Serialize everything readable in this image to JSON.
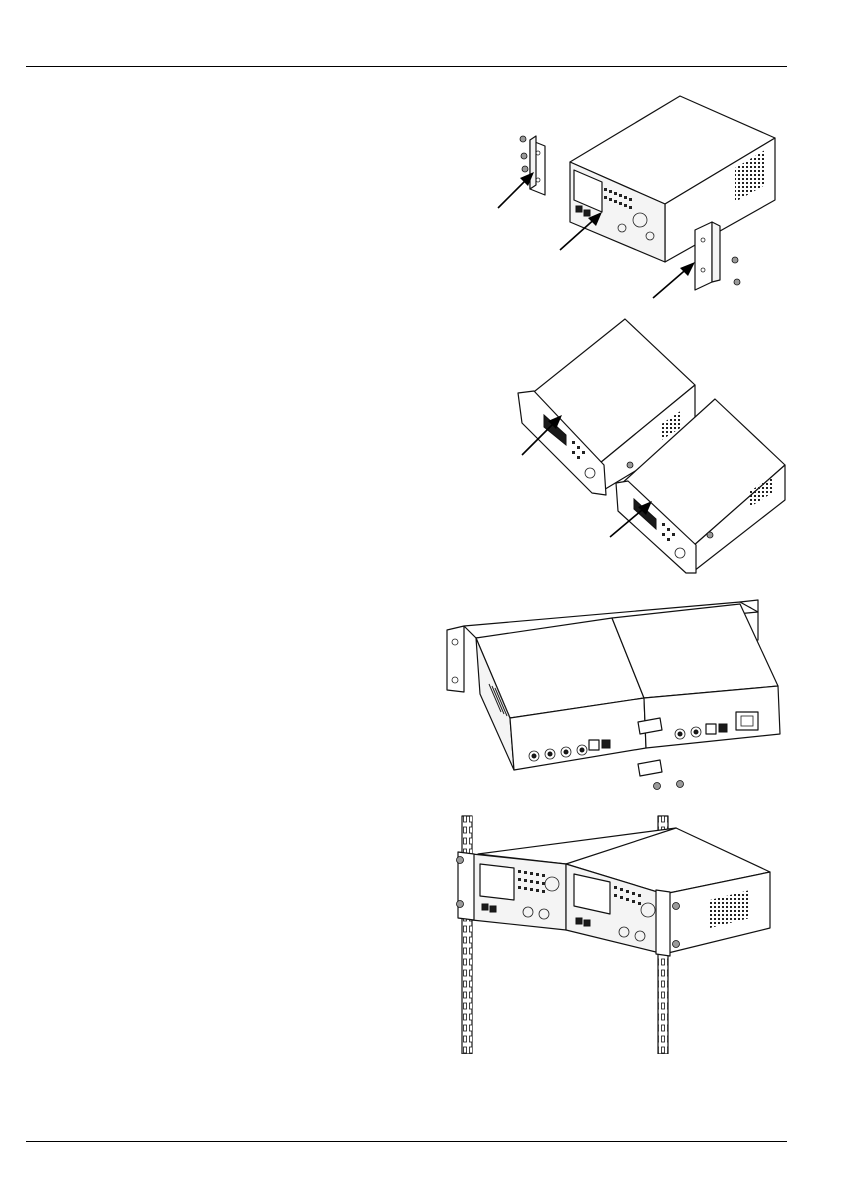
{
  "page": {
    "figures": [
      {
        "id": "step1",
        "content": "bracket-attachment"
      },
      {
        "id": "step2",
        "content": "front-panel-frames"
      },
      {
        "id": "step3",
        "content": "rear-joining"
      },
      {
        "id": "step4",
        "content": "rack-mounted"
      }
    ]
  }
}
